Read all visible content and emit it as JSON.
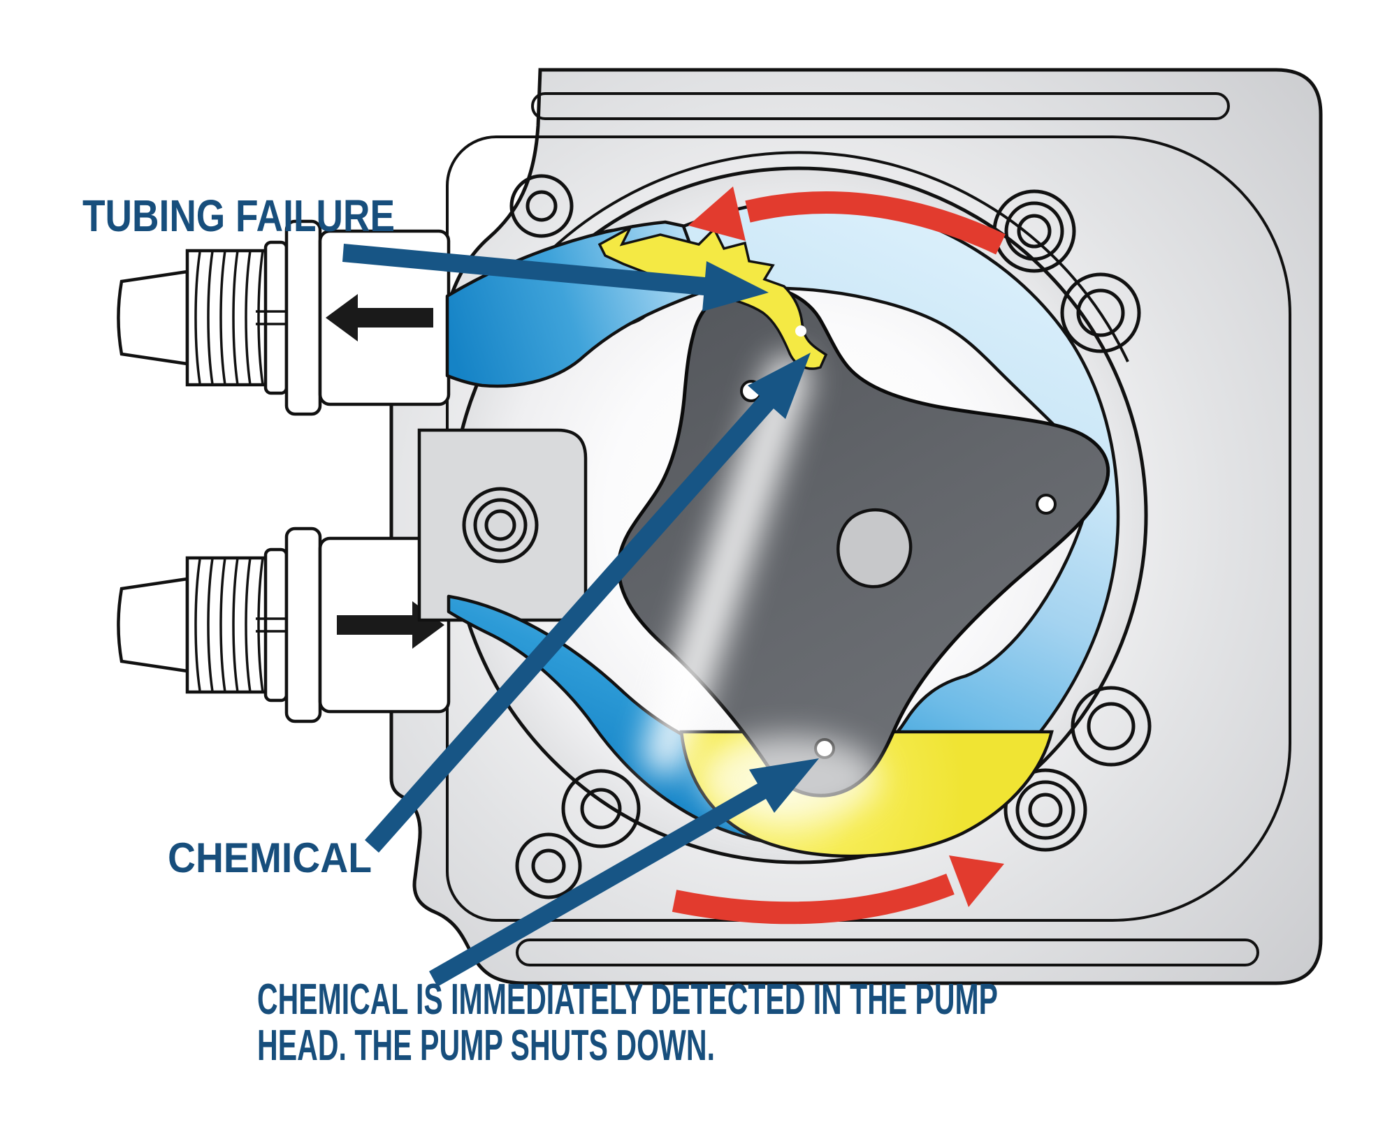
{
  "labels": {
    "tubing_failure": "TUBING FAILURE",
    "chemical": "CHEMICAL",
    "caption_line1": "CHEMICAL IS IMMEDIATELY DETECTED IN THE PUMP",
    "caption_line2": "HEAD. THE PUMP SHUTS DOWN."
  },
  "colors": {
    "label_text": "#174e7c",
    "annotation_arrow": "#175585",
    "rotation_arrow": "#e23b2e",
    "flow_arrow_black": "#1a1a1a",
    "tube_dark_blue": "#1583c6",
    "tube_light_blue": "#d8edfa",
    "chemical_yellow": "#f2e73e",
    "rotor_gray": "#5f6267",
    "housing_gray": "#d2d3d5",
    "outline_black": "#111111"
  },
  "icons": {
    "rotation_top": "curved-counterclockwise-rotation-arrow",
    "rotation_bottom": "curved-counterclockwise-rotation-arrow",
    "outlet_flow": "left-arrow-icon",
    "inlet_flow": "right-arrow-icon",
    "tubing_failure_pointer": "annotation-pointer-arrow",
    "chemical_pointer": "annotation-pointer-arrow",
    "detection_pointer": "annotation-pointer-arrow"
  }
}
